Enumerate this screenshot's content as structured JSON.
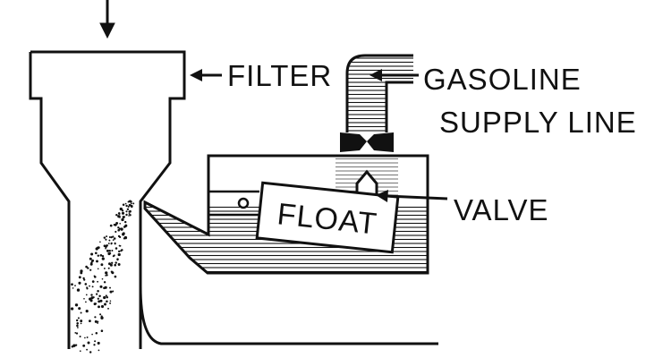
{
  "labels": {
    "filter": "FILTER",
    "gasoline": "GASOLINE",
    "supply_line": "SUPPLY LINE",
    "valve": "VALVE",
    "float": "FLOAT"
  },
  "colors": {
    "ink": "#111111",
    "paper": "#ffffff"
  }
}
